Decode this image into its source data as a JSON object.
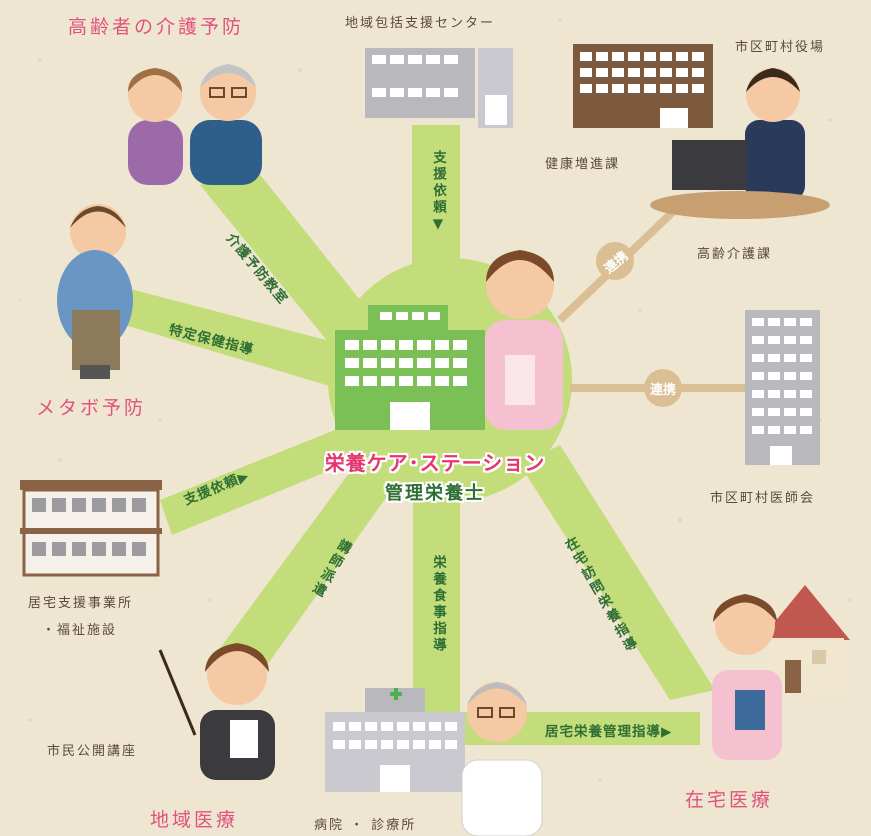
{
  "nodes": {
    "elderly_prevention": "高齢者の介護予防",
    "community_center": "地域包括支援センター",
    "city_hall": "市区町村役場",
    "health_dept": "健康増進課",
    "elderly_care_dept": "高齢介護課",
    "metabo": "メタボ予防",
    "medical_assoc": "市区町村医師会",
    "home_support_line1": "居宅支援事業所",
    "home_support_line2": "・福祉施設",
    "public_lecture": "市民公開講座",
    "community_medicine": "地域医療",
    "hospital": "病院 ・ 診療所",
    "home_medicine": "在宅医療"
  },
  "center": {
    "title": "栄養ケア･ステーション",
    "subtitle": "管理栄養士"
  },
  "links": {
    "care_class": "介護予防教室",
    "support_request_top": "支援依頼▼",
    "specific_health": "特定保健指導",
    "support_request_left": "支援依頼▶",
    "lecturer": "講師派遣",
    "meal_guidance": "栄養食事指導",
    "home_visit": "在宅訪問栄養指導",
    "home_nutrition": "居宅栄養管理指導▶",
    "cooperation_1": "連携",
    "cooperation_2": "連携"
  },
  "colors": {
    "beam": "#c3dd7b",
    "pink_text": "#e0537d",
    "green_text": "#2f6f34",
    "badge": "#d9bf93",
    "background": "#efe6d2"
  }
}
